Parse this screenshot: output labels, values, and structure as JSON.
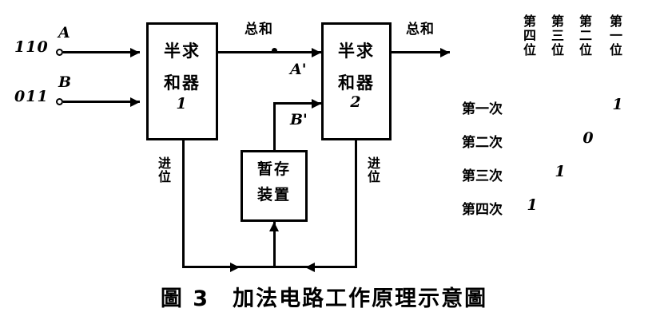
{
  "figure": {
    "caption": "圖 3　加法电路工作原理示意圖",
    "caption_number": "圖 3",
    "caption_text": "加法电路工作原理示意圖"
  },
  "inputs": [
    {
      "name": "input-a",
      "signal_label": "A",
      "bits": "110"
    },
    {
      "name": "input-b",
      "signal_label": "B",
      "bits": "011"
    }
  ],
  "blocks": [
    {
      "id": "half-adder-1",
      "line1": "半求",
      "line2": "和器",
      "index": "1"
    },
    {
      "id": "half-adder-2",
      "line1": "半求",
      "line2": "和器",
      "index": "2"
    },
    {
      "id": "storage",
      "line1": "暂存",
      "line2": "装置",
      "index": ""
    }
  ],
  "wire_labels": {
    "sum_mid": "总和",
    "sum_out": "总和",
    "a_prime": "A'",
    "b_prime": "B'",
    "carry_left": "进位",
    "carry_right": "进位"
  },
  "bit_table": {
    "columns": [
      {
        "line1": "第",
        "line2": "四",
        "line3": "位"
      },
      {
        "line1": "第",
        "line2": "三",
        "line3": "位"
      },
      {
        "line1": "第",
        "line2": "二",
        "line3": "位"
      },
      {
        "line1": "第",
        "line2": "一",
        "line3": "位"
      }
    ],
    "rows": [
      {
        "label": "第一次",
        "column_index": 3,
        "value": "1"
      },
      {
        "label": "第二次",
        "column_index": 2,
        "value": "0"
      },
      {
        "label": "第三次",
        "column_index": 1,
        "value": "1"
      },
      {
        "label": "第四次",
        "column_index": 0,
        "value": "1"
      }
    ]
  },
  "colors": {
    "ink": "#000000",
    "paper": "#ffffff"
  }
}
